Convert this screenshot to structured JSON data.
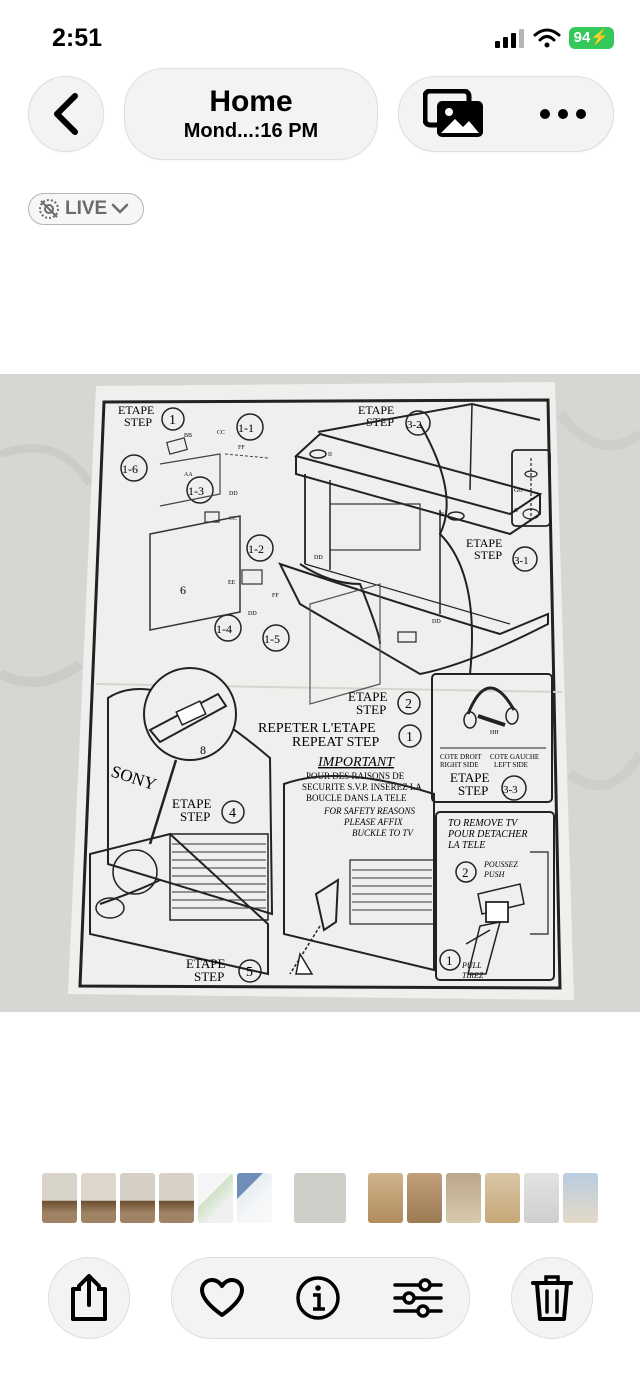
{
  "status": {
    "time": "2:51",
    "battery": "94"
  },
  "nav": {
    "title": "Home",
    "subtitle": "Mond...:16 PM"
  },
  "live": {
    "label": "LIVE"
  },
  "diagram": {
    "etape1": "ETAPE",
    "step1": "STEP",
    "etape32": "ETAPE",
    "step32": "STEP",
    "etape31": "ETAPE",
    "step31": "STEP",
    "etape2": "ETAPE",
    "step2": "STEP",
    "repeter": "REPETER L'ETAPE",
    "repeat": "REPEAT STEP",
    "important": "IMPORTANT",
    "fr1": "POUR DES RAISONS DE",
    "fr2": "SECURITE S.V.P. INSEREZ LA",
    "fr3": "BOUCLE DANS LA TELE",
    "en1": "FOR SAFETY REASONS",
    "en2": "PLEASE AFFIX",
    "en3": "BUCKLE TO TV",
    "etape33": "ETAPE",
    "step33": "STEP",
    "etape4": "ETAPE",
    "step4": "STEP",
    "etape5": "ETAPE",
    "step5": "STEP",
    "remove1": "TO REMOVE TV",
    "remove2": "POUR DETACHER",
    "remove3": "LA TELE",
    "poussez": "POUSSEZ",
    "push": "PUSH",
    "pull": "PULL",
    "tirez": "TIREZ",
    "sony": "SONY",
    "cote_droit": "COTE DROIT",
    "cote_gauche": "COTE GAUCHE",
    "right_side": "RIGHT SIDE",
    "left_side": "LEFT SIDE",
    "n1": "1",
    "n11": "1-1",
    "n12": "1-2",
    "n13": "1-3",
    "n14": "1-4",
    "n15": "1-5",
    "n16": "1-6",
    "n32": "3-2",
    "n31": "3-1",
    "n33": "3-3",
    "n2": "2",
    "n1b": "1",
    "n4": "4",
    "n5": "5",
    "n2b": "2",
    "n1c": "1",
    "n6": "6",
    "n8": "8",
    "bb": "BB",
    "aa": "AA",
    "cc": "CC",
    "ff": "FF",
    "dd": "DD",
    "ee": "EE",
    "ii": "II",
    "gg": "GG",
    "hh": "HH"
  }
}
